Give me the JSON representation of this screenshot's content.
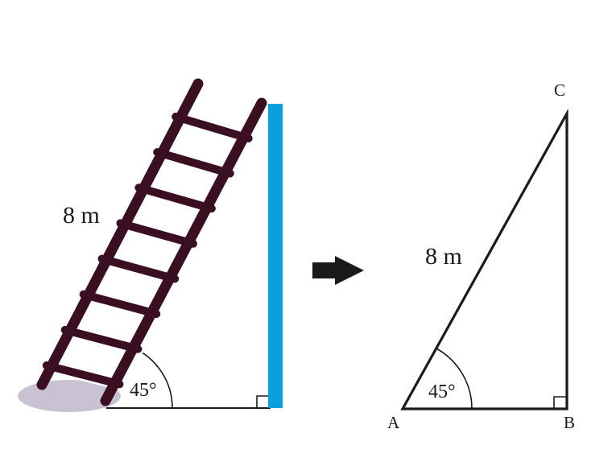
{
  "left_scene": {
    "ladder_length": "8 m",
    "angle": "45°",
    "colors": {
      "ladder": "#3a0f22",
      "wall": "#0aa0e0",
      "shadow": "#c9c2d2",
      "line": "#1a1a1a"
    }
  },
  "arrow": {
    "icon": "right-arrow-icon",
    "color": "#1a1a1a"
  },
  "right_triangle": {
    "hypotenuse_length": "8 m",
    "angle": "45°",
    "vertices": {
      "a": "A",
      "b": "B",
      "c": "C"
    }
  }
}
